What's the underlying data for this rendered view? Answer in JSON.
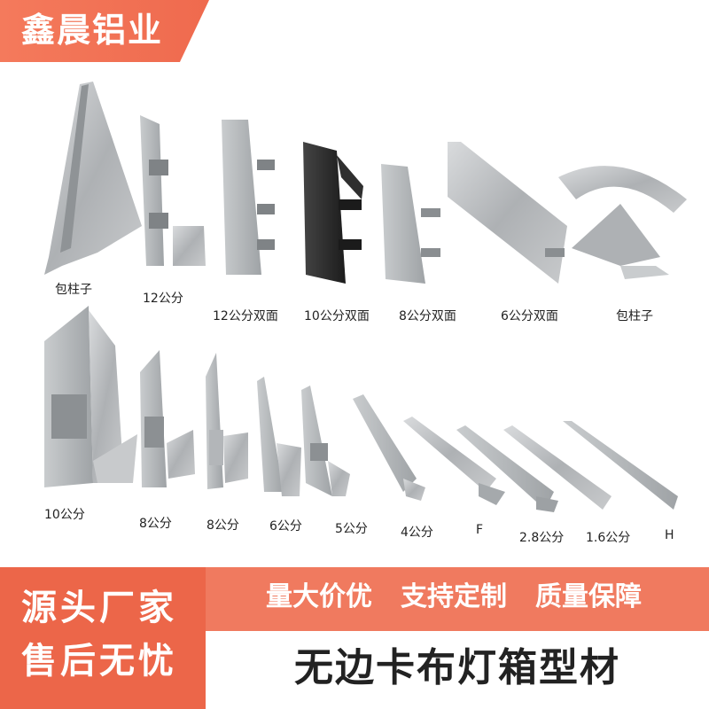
{
  "brand": {
    "name": "鑫晨铝业"
  },
  "row1_labels": [
    "包柱子",
    "12公分",
    "12公分双面",
    "10公分双面",
    "8公分双面",
    "6公分双面",
    "包柱子"
  ],
  "row2_labels": [
    "10公分",
    "8公分",
    "8公分",
    "6公分",
    "5公分",
    "4公分",
    "F",
    "2.8公分",
    "1.6公分",
    "H"
  ],
  "footer": {
    "left_line1": "源头厂家",
    "left_line2": "售后无忧",
    "slogans": [
      "量大价优",
      "支持定制",
      "质量保障"
    ],
    "product_name": "无边卡布灯箱型材"
  },
  "colors": {
    "accent": "#ec6649",
    "aluminum": "#b9bcbf",
    "black_profile": "#2b2b2b"
  }
}
